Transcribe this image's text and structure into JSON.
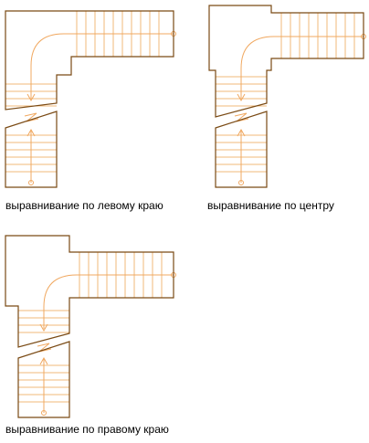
{
  "colors": {
    "outline": "#7a4a14",
    "treads": "#f0b878",
    "path": "#f0a860",
    "background": "#ffffff"
  },
  "captions": {
    "left": "выравнивание по левому краю",
    "center": "выравнивание по центру",
    "right": "выравнивание по правому краю"
  }
}
